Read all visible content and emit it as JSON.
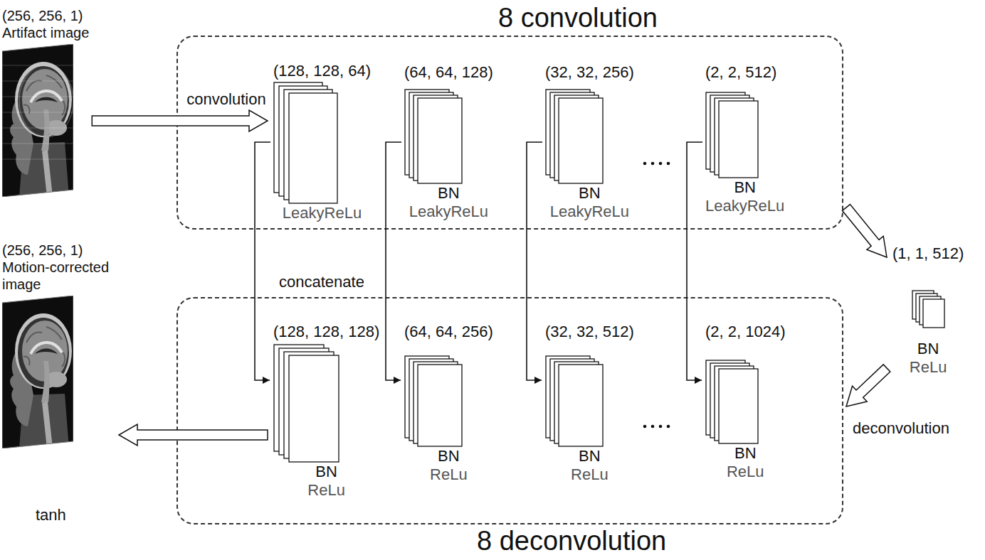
{
  "diagram": {
    "nodes": [
      {
        "text": [
          "(256, 256, 1)",
          "Artifact image"
        ]
      },
      {
        "text": [
          "8 convolution"
        ]
      },
      {
        "text": [
          "(128, 128, 64)",
          "LeakyReLu"
        ],
        "in": 1
      },
      {
        "text": [
          "(64, 64, 128)",
          "BN",
          "LeakyReLu"
        ],
        "in": 1
      },
      {
        "text": [
          "(32, 32, 256)",
          "BN",
          "LeakyReLu"
        ],
        "in": 1
      },
      {
        "text": [
          "(2, 2, 512)",
          "BN",
          "LeakyReLu"
        ],
        "in": 1
      },
      {
        "text": [
          "(1, 1, 512)",
          "BN",
          "ReLu"
        ]
      },
      {
        "text": [
          "(256, 256, 1)",
          "Motion-corrected image"
        ]
      },
      {
        "text": [
          "8 deconvolution"
        ]
      },
      {
        "text": [
          "(128, 128, 128)",
          "BN",
          "ReLu"
        ],
        "in": 8
      },
      {
        "text": [
          "(64, 64, 256)",
          "BN",
          "ReLu"
        ],
        "in": 8
      },
      {
        "text": [
          "(32, 32, 512)",
          "BN",
          "ReLu"
        ],
        "in": 8
      },
      {
        "text": [
          "(2, 2, 1024)",
          "BN",
          "ReLu"
        ],
        "in": 8
      }
    ],
    "edges": [
      {
        "from": 0,
        "to": 2,
        "arrow": "to",
        "label": "convolution"
      },
      {
        "from": 1,
        "to": 6,
        "arrow": "to"
      },
      {
        "from": 6,
        "to": 8,
        "arrow": "to",
        "label": "deconvolution"
      },
      {
        "from": 9,
        "to": 7,
        "arrow": "to"
      },
      {
        "from": 2,
        "to": 9,
        "arrow": "to"
      },
      {
        "from": 3,
        "to": 10,
        "arrow": "to"
      },
      {
        "from": 4,
        "to": 11,
        "arrow": "to"
      },
      {
        "from": 5,
        "to": 12,
        "arrow": "to"
      }
    ],
    "labels": [
      "concatenate",
      "tanh"
    ]
  }
}
